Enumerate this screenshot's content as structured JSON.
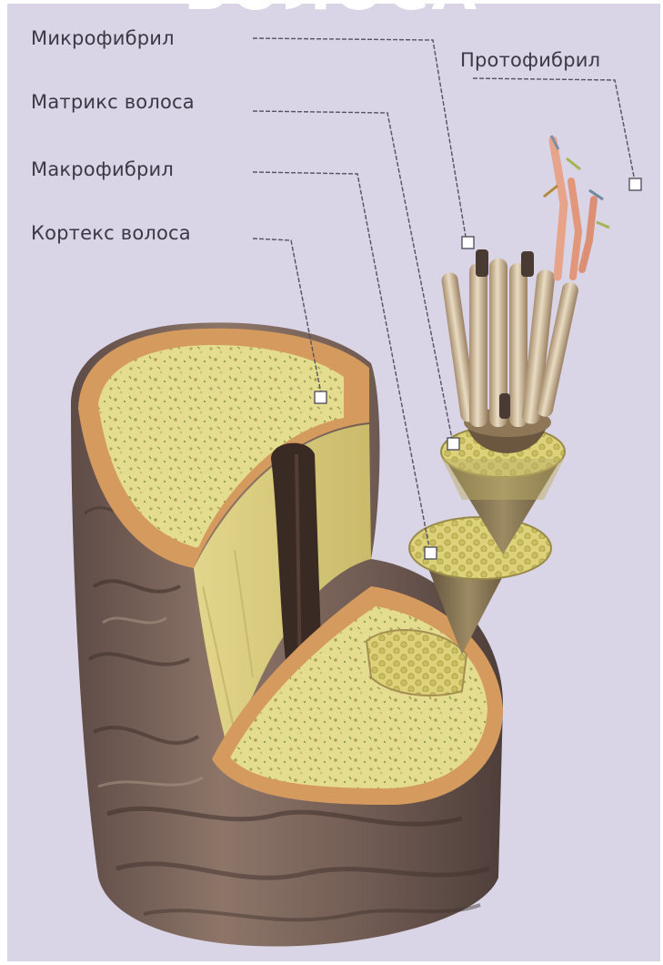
{
  "title": "ВОЛОСА",
  "labels": {
    "microfibril": "Микрофибрил",
    "protofibril": "Протофибрил",
    "matrix": "Матрикс волоса",
    "macrofibril": "Макрофибрил",
    "cortex": "Кортекс волоса"
  },
  "colors": {
    "background": "#d9d4e6",
    "label_text": "#3b3944",
    "leader_line": "#55525e",
    "cortex_fill": "#e6dc8c",
    "cuticle_brown": "#7a5c4a",
    "medulla_dark": "#3a2a24",
    "layer_orange": "#d99a5a"
  }
}
